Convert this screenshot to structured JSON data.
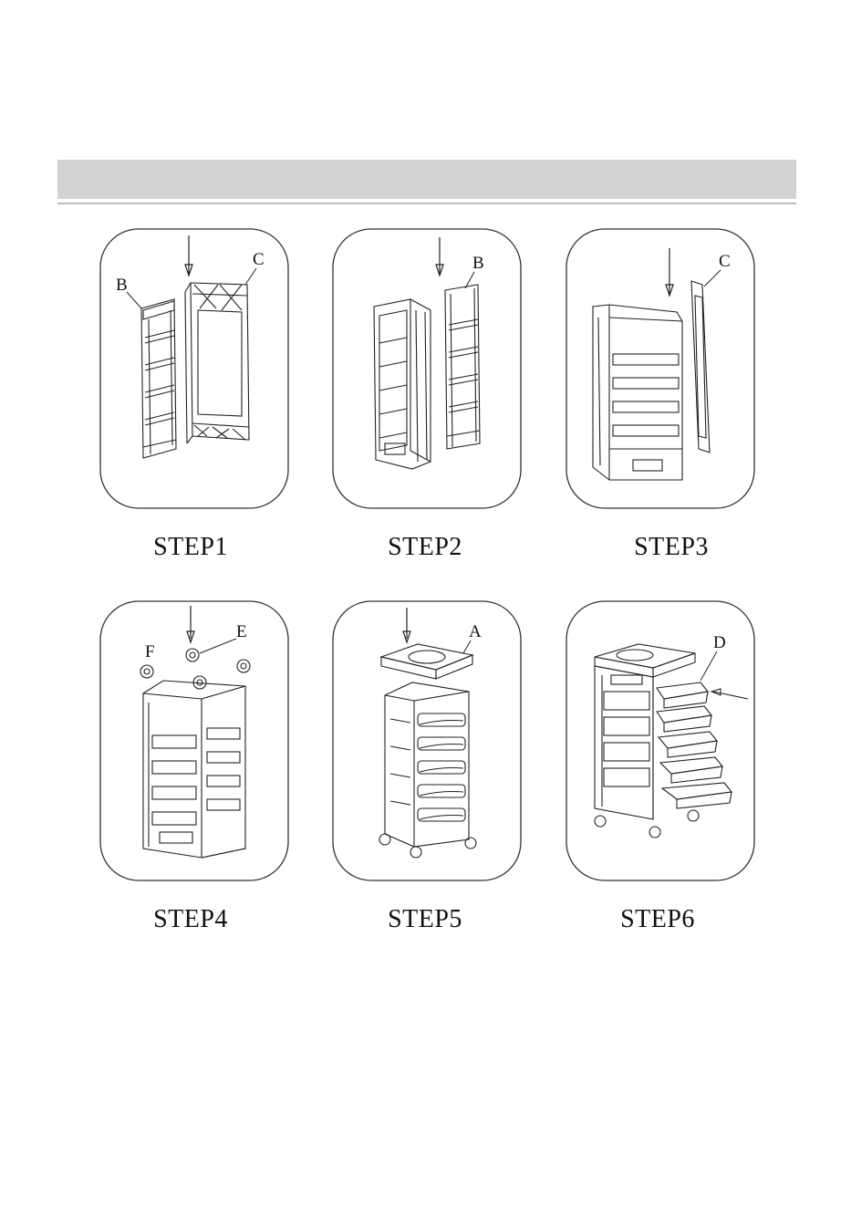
{
  "steps": [
    {
      "label": "STEP1",
      "parts": [
        "B",
        "C"
      ]
    },
    {
      "label": "STEP2",
      "parts": [
        "B"
      ]
    },
    {
      "label": "STEP3",
      "parts": [
        "C"
      ]
    },
    {
      "label": "STEP4",
      "parts": [
        "F",
        "E"
      ]
    },
    {
      "label": "STEP5",
      "parts": [
        "A"
      ]
    },
    {
      "label": "STEP6",
      "parts": [
        "D"
      ]
    }
  ],
  "colors": {
    "header_band": "#d2d2d2",
    "line": "#222222",
    "panel_border": "#333333"
  }
}
